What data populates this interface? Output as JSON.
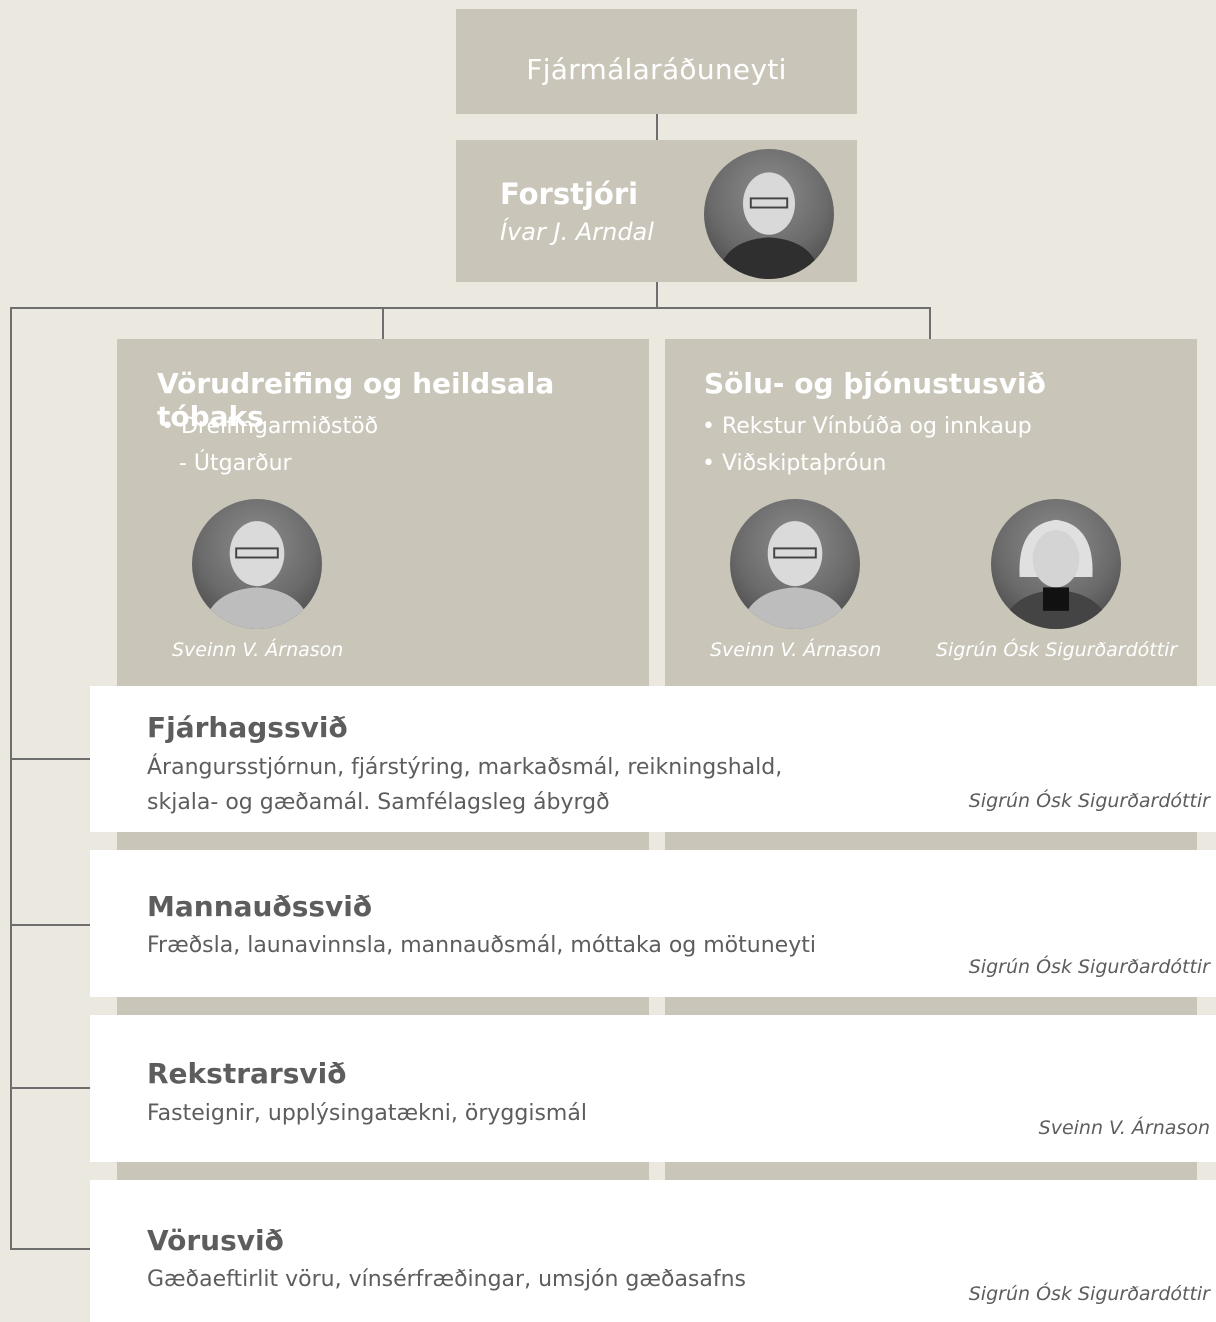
{
  "ministry": {
    "label": "Fjármálaráðuneyti"
  },
  "ceo": {
    "title": "Forstjóri",
    "name": "Ívar J. Arndal"
  },
  "divisions": [
    {
      "title": "Vörudreifing og heildsala tóbaks",
      "items": [
        "• Dreifingarmiðstöð",
        "- Útgarður"
      ],
      "people": [
        "Sveinn V. Árnason"
      ]
    },
    {
      "title": "Sölu- og þjónustusvið",
      "items": [
        "• Rekstur Vínbúða og innkaup",
        "• Viðskiptaþróun"
      ],
      "people": [
        "Sveinn V. Árnason",
        "Sigrún Ósk Sigurðardóttir"
      ]
    }
  ],
  "departments": [
    {
      "title": "Fjárhagssvið",
      "description": [
        "Árangursstjórnun, fjárstýring, markaðsmál, reikningshald,",
        "skjala- og gæðamál. Samfélagsleg ábyrgð"
      ],
      "person": "Sigrún Ósk Sigurðardóttir"
    },
    {
      "title": "Mannauðssvið",
      "description": [
        "Fræðsla, launavinnsla, mannauðsmál, móttaka og mötuneyti"
      ],
      "person": "Sigrún Ósk Sigurðardóttir"
    },
    {
      "title": "Rekstrarsvið",
      "description": [
        "Fasteignir, upplýsingatækni, öryggismál"
      ],
      "person": "Sveinn V. Árnason"
    },
    {
      "title": "Vörusvið",
      "description": [
        "Gæðaeftirlit vöru, vínsérfræðingar, umsjón gæðasafns"
      ],
      "person": "Sigrún Ósk Sigurðardóttir"
    }
  ],
  "colors": {
    "background": "#ebe8e0",
    "box": "#c9c6b9",
    "connector": "#6e6e6e",
    "department_text": "#5d5d5d"
  }
}
